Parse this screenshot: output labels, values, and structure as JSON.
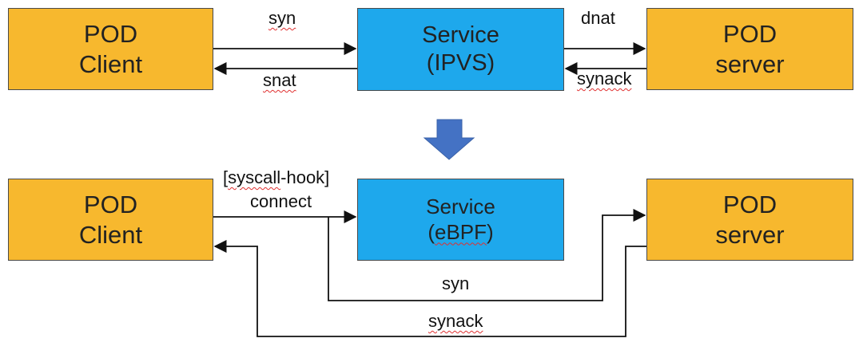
{
  "colors": {
    "pod": "#f7b82e",
    "service": "#1ea8ec",
    "arrow_down": "#4472c4",
    "line": "#111111"
  },
  "top": {
    "client": {
      "line1": "POD",
      "line2": "Client"
    },
    "service": {
      "line1": "Service",
      "line2": "(IPVS)"
    },
    "server": {
      "line1": "POD",
      "line2": "server"
    },
    "labels": {
      "syn": "syn",
      "snat": "snat",
      "dnat": "dnat",
      "synack": "synack"
    }
  },
  "bottom": {
    "client": {
      "line1": "POD",
      "line2": "Client"
    },
    "service": {
      "line1": "Service",
      "line2": "(eBPF)"
    },
    "server": {
      "line1": "POD",
      "line2": "server"
    },
    "labels": {
      "hook": "[syscall-hook]",
      "connect": "connect",
      "syn": "syn",
      "synack": "synack"
    }
  },
  "transition_icon": "down-arrow-icon"
}
